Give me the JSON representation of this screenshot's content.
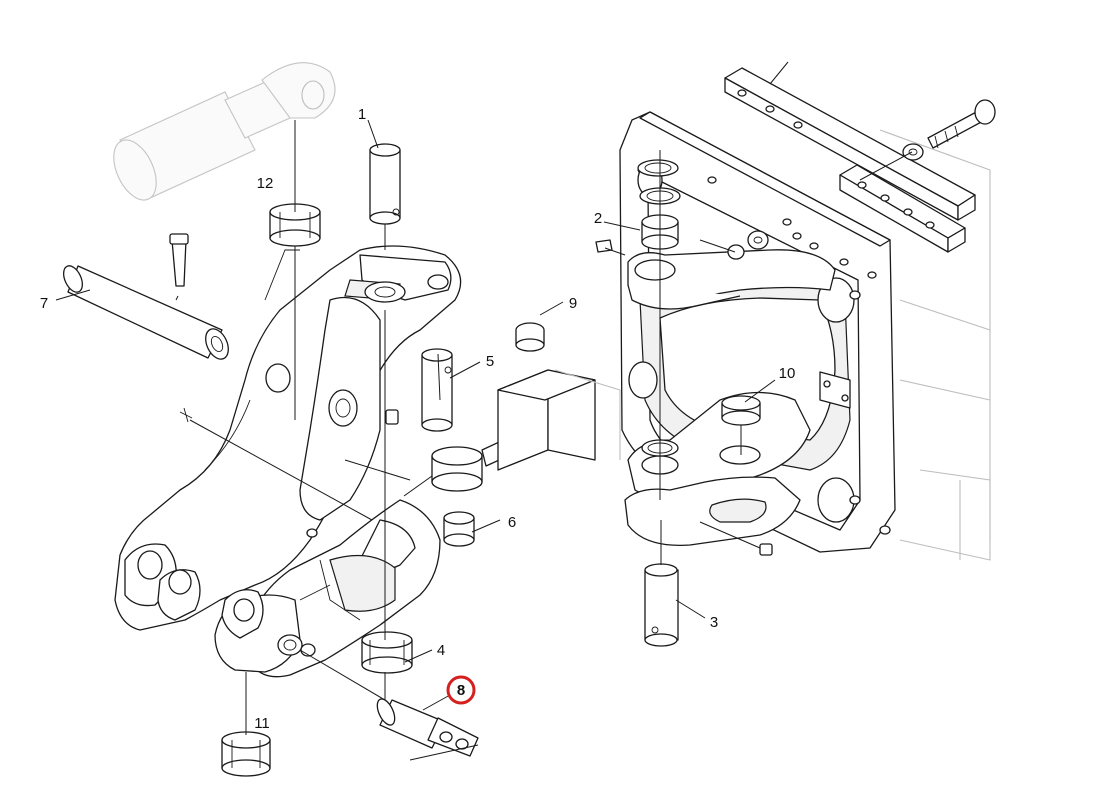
{
  "callouts": [
    {
      "id": "1",
      "label": "1"
    },
    {
      "id": "2",
      "label": "2"
    },
    {
      "id": "3",
      "label": "3"
    },
    {
      "id": "4",
      "label": "4"
    },
    {
      "id": "5",
      "label": "5"
    },
    {
      "id": "6",
      "label": "6"
    },
    {
      "id": "7",
      "label": "7"
    },
    {
      "id": "8",
      "label": "8"
    },
    {
      "id": "9",
      "label": "9"
    },
    {
      "id": "10",
      "label": "10"
    },
    {
      "id": "11",
      "label": "11"
    },
    {
      "id": "12",
      "label": "12"
    }
  ],
  "highlight": {
    "callout": "8",
    "color": "#d62020"
  }
}
